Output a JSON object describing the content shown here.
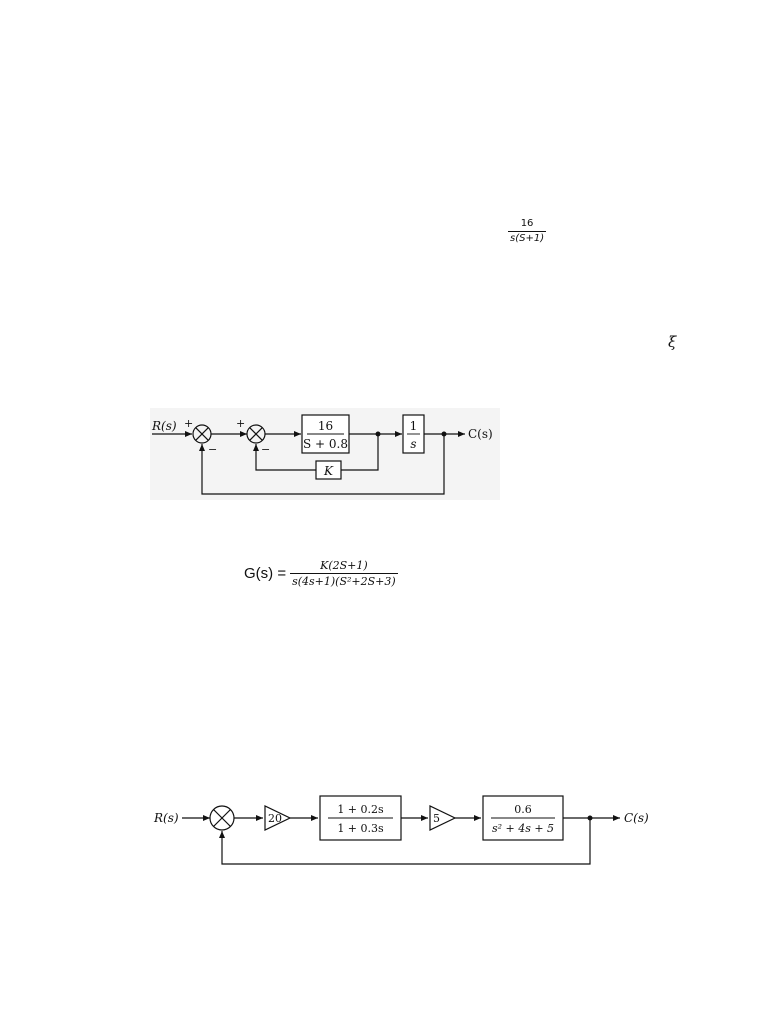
{
  "fraction1": {
    "num": "16",
    "den": "s(S+1)"
  },
  "xi_symbol": "ξ",
  "diagram1": {
    "input": "R(s)",
    "output": "C(s)",
    "plus1": "+",
    "minus1": "−",
    "plus2": "+",
    "minus2": "−",
    "block1_num": "16",
    "block1_den": "S + 0.8",
    "block2_num": "1",
    "block2_den": "s",
    "feedback_gain": "K"
  },
  "gs": {
    "label": "G(s) =",
    "num": "K(2S+1)",
    "den": "s(4s+1)(S²+2S+3)"
  },
  "diagram2": {
    "input": "R(s)",
    "output": "C(s)",
    "amp1": "20",
    "lead_num": "1 + 0.2s",
    "lead_den": "1 + 0.3s",
    "amp2": "5",
    "plant_num": "0.6",
    "plant_den": "s² + 4s + 5"
  }
}
